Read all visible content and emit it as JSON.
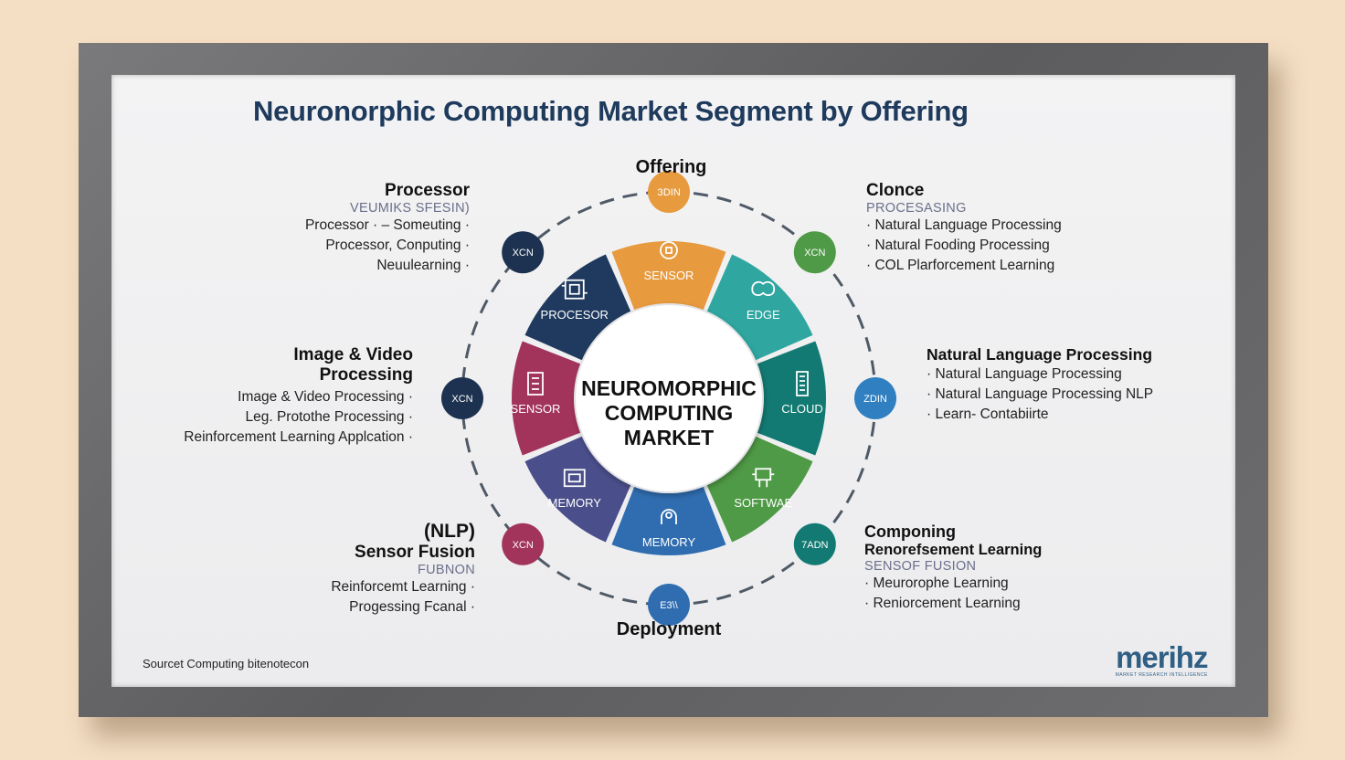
{
  "title": "Neuronorphic Computing Market Segment by Offering",
  "center": [
    "NEUROMORPHIC",
    "COMPUTING",
    "MARKET"
  ],
  "top_label": "Offering",
  "bottom_label": "Deployment",
  "segments": [
    {
      "label": "SENSOR",
      "color": "#e79a3e",
      "icon": "brain-gear-icon"
    },
    {
      "label": "EDGE",
      "color": "#2fa6a0",
      "icon": "brain-icon"
    },
    {
      "label": "CLOUD",
      "color": "#127a72",
      "icon": "chip-icon"
    },
    {
      "label": "SOFTWAE",
      "color": "#4f9a46",
      "icon": "robot-icon"
    },
    {
      "label": "MEMORY",
      "color": "#2f6db0",
      "icon": "head-gear-icon"
    },
    {
      "label": "MEMORY",
      "color": "#4a4e8a",
      "icon": "memory-chip-icon"
    },
    {
      "label": "SENSOR",
      "color": "#a2345c",
      "icon": "sensor-chip-icon"
    },
    {
      "label": "PROCESOR",
      "color": "#1f3a5e",
      "icon": "processor-icon"
    }
  ],
  "nodes": [
    {
      "label": "ЗDIN",
      "color": "#e79a3e"
    },
    {
      "label": "XCN",
      "color": "#4f9a46"
    },
    {
      "label": "ZDIN",
      "color": "#2f7fc1"
    },
    {
      "label": "7ADN",
      "color": "#127a72"
    },
    {
      "label": "E3\\\\",
      "color": "#2f6db0"
    },
    {
      "label": "XCN",
      "color": "#a2345c"
    },
    {
      "label": "XCN",
      "color": "#1d3250"
    },
    {
      "label": "XCN",
      "color": "#1d3250"
    }
  ],
  "blocks": {
    "processor": {
      "head": "Processor",
      "sub": "VEUMIKS SFESIN)",
      "items": [
        "Processor · – Someuting ·",
        "Processor, Conputing ·",
        "Neuulearning ·"
      ]
    },
    "clonce": {
      "head": "Clonce",
      "sub": "PROCESASING",
      "items": [
        "· Natural Language Processing",
        "· Natural Fooding Processing",
        "· COL Plarforcement Learning"
      ]
    },
    "image": {
      "head1": "Image & Video",
      "head2": "Processing",
      "items": [
        "Image & Video Processing ·",
        "Leg. Protothe Processing ·",
        "Reinforcement Learning Applcation ·"
      ]
    },
    "nlp": {
      "head": "Natural Language Processing",
      "items": [
        "· Natural Language Processing",
        "· Natural Language Processing NLP",
        "· Learn- Contabiirte"
      ]
    },
    "sensor_fusion": {
      "head1": "(NLP)",
      "head2": "Sensor Fusion",
      "sub": "FUBNON",
      "items": [
        "Reinforcemt Learning ·",
        "Progessing Fcanal ·"
      ]
    },
    "componing": {
      "head1": "Componing",
      "head2": "Renorefsement Learning",
      "sub": "SENSOF FUSION",
      "items": [
        "· Meurorophe Learning",
        "· Reniorcement Learning"
      ]
    }
  },
  "source": "Sourcet Computing bitenotecon",
  "logo": {
    "text": "merihz",
    "tagline": "MARKET RESEARCH INTELLIGENCE"
  },
  "colors": {
    "title": "#1e3a5c",
    "sub": "#6b6f8a",
    "ring": "#4f5a66"
  }
}
